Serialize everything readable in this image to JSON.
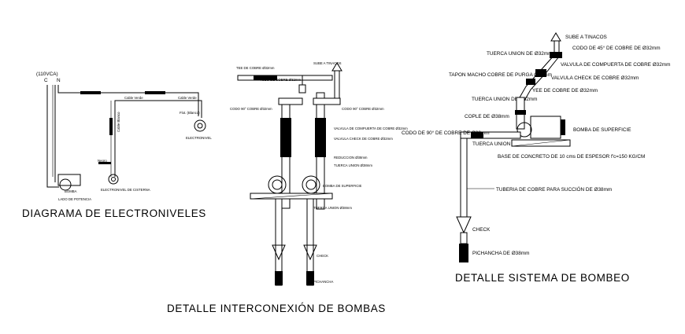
{
  "titles": {
    "electroniveles": "DIAGRAMA DE ELECTRONIVELES",
    "interconexion": "DETALLE INTERCONEXIÓN DE BOMBAS",
    "bombeo": "DETALLE SISTEMA DE BOMBEO"
  },
  "electroniveles": {
    "voltage": "(110VCA)",
    "phase_c": "C",
    "phase_n": "N",
    "cable_verde_1": "Cable Verde",
    "cable_verde_2": "Cable Verde",
    "cable_blanco": "Cable Blanco",
    "flotador_label": "Flot. (Blanco)",
    "electronivel_label": "ELECTRONIVEL",
    "bomba_label": "BOMBA",
    "pichancha_label": "LADO DE POTENCIA",
    "electronivel_cisterna": "ELECTRONIVEL DE CISTERNA",
    "negro_label": "Negro"
  },
  "interconexion": {
    "tee_label": "TEE DE COBRE Ø32mm",
    "sube_label": "SUBE A TINACOS",
    "tubo_label": "TUBO DE COBRE Ø32mm",
    "codo_left": "CODO 90° COBRE Ø32mm",
    "codo_right": "CODO 90° COBRE Ø32mm",
    "valvula_compuerta": "VALVULA DE COMPUERTA DE COBRE Ø32mm",
    "valvula_check": "VALVULA CHECK DE COBRE Ø32mm",
    "reduccion": "REDUCCION Ø38mm",
    "tuerca_union": "TUERCA UNION Ø38mm",
    "bomba_superficie": "BOMBA DE SUPERFICIE",
    "tuerca_union_2": "TUERCA UNION Ø38mm",
    "check": "CHECK",
    "pichancha": "PICHANCHA"
  },
  "bombeo": {
    "sube": "SUBE A TINACOS",
    "codo45": "CODO DE 45° DE COBRE DE Ø32mm",
    "valvula_compuerta": "VALVULA DE COMPUERTA DE COBRE Ø32mm",
    "tuerca_union_top": "TUERCA UNION DE Ø32mm",
    "tapon": "TAPON MACHO COBRE DE PURGA Ø32mm",
    "valvula_check": "VALVULA CHECK DE COBRE Ø32mm",
    "yee": "YEE DE COBRE DE Ø32mm",
    "tuerca_union_mid": "TUERCA UNION DE Ø32mm",
    "cople": "COPLE DE Ø38mm",
    "bomba": "BOMBA DE SUPERFICIE",
    "codo90": "CODO DE 90° DE COBRE DE Ø38mm",
    "tuerca_union_low": "TUERCA UNION DE Ø38mm",
    "base": "BASE DE CONCRETO DE 10 cms DE ESPESOR f'c=150 KG/CM",
    "tuberia": "TUBERIA DE COBRE  PARA SUCCIÓN DE Ø38mm",
    "check": "CHECK",
    "pichancha": "PICHANCHA DE Ø38mm"
  }
}
